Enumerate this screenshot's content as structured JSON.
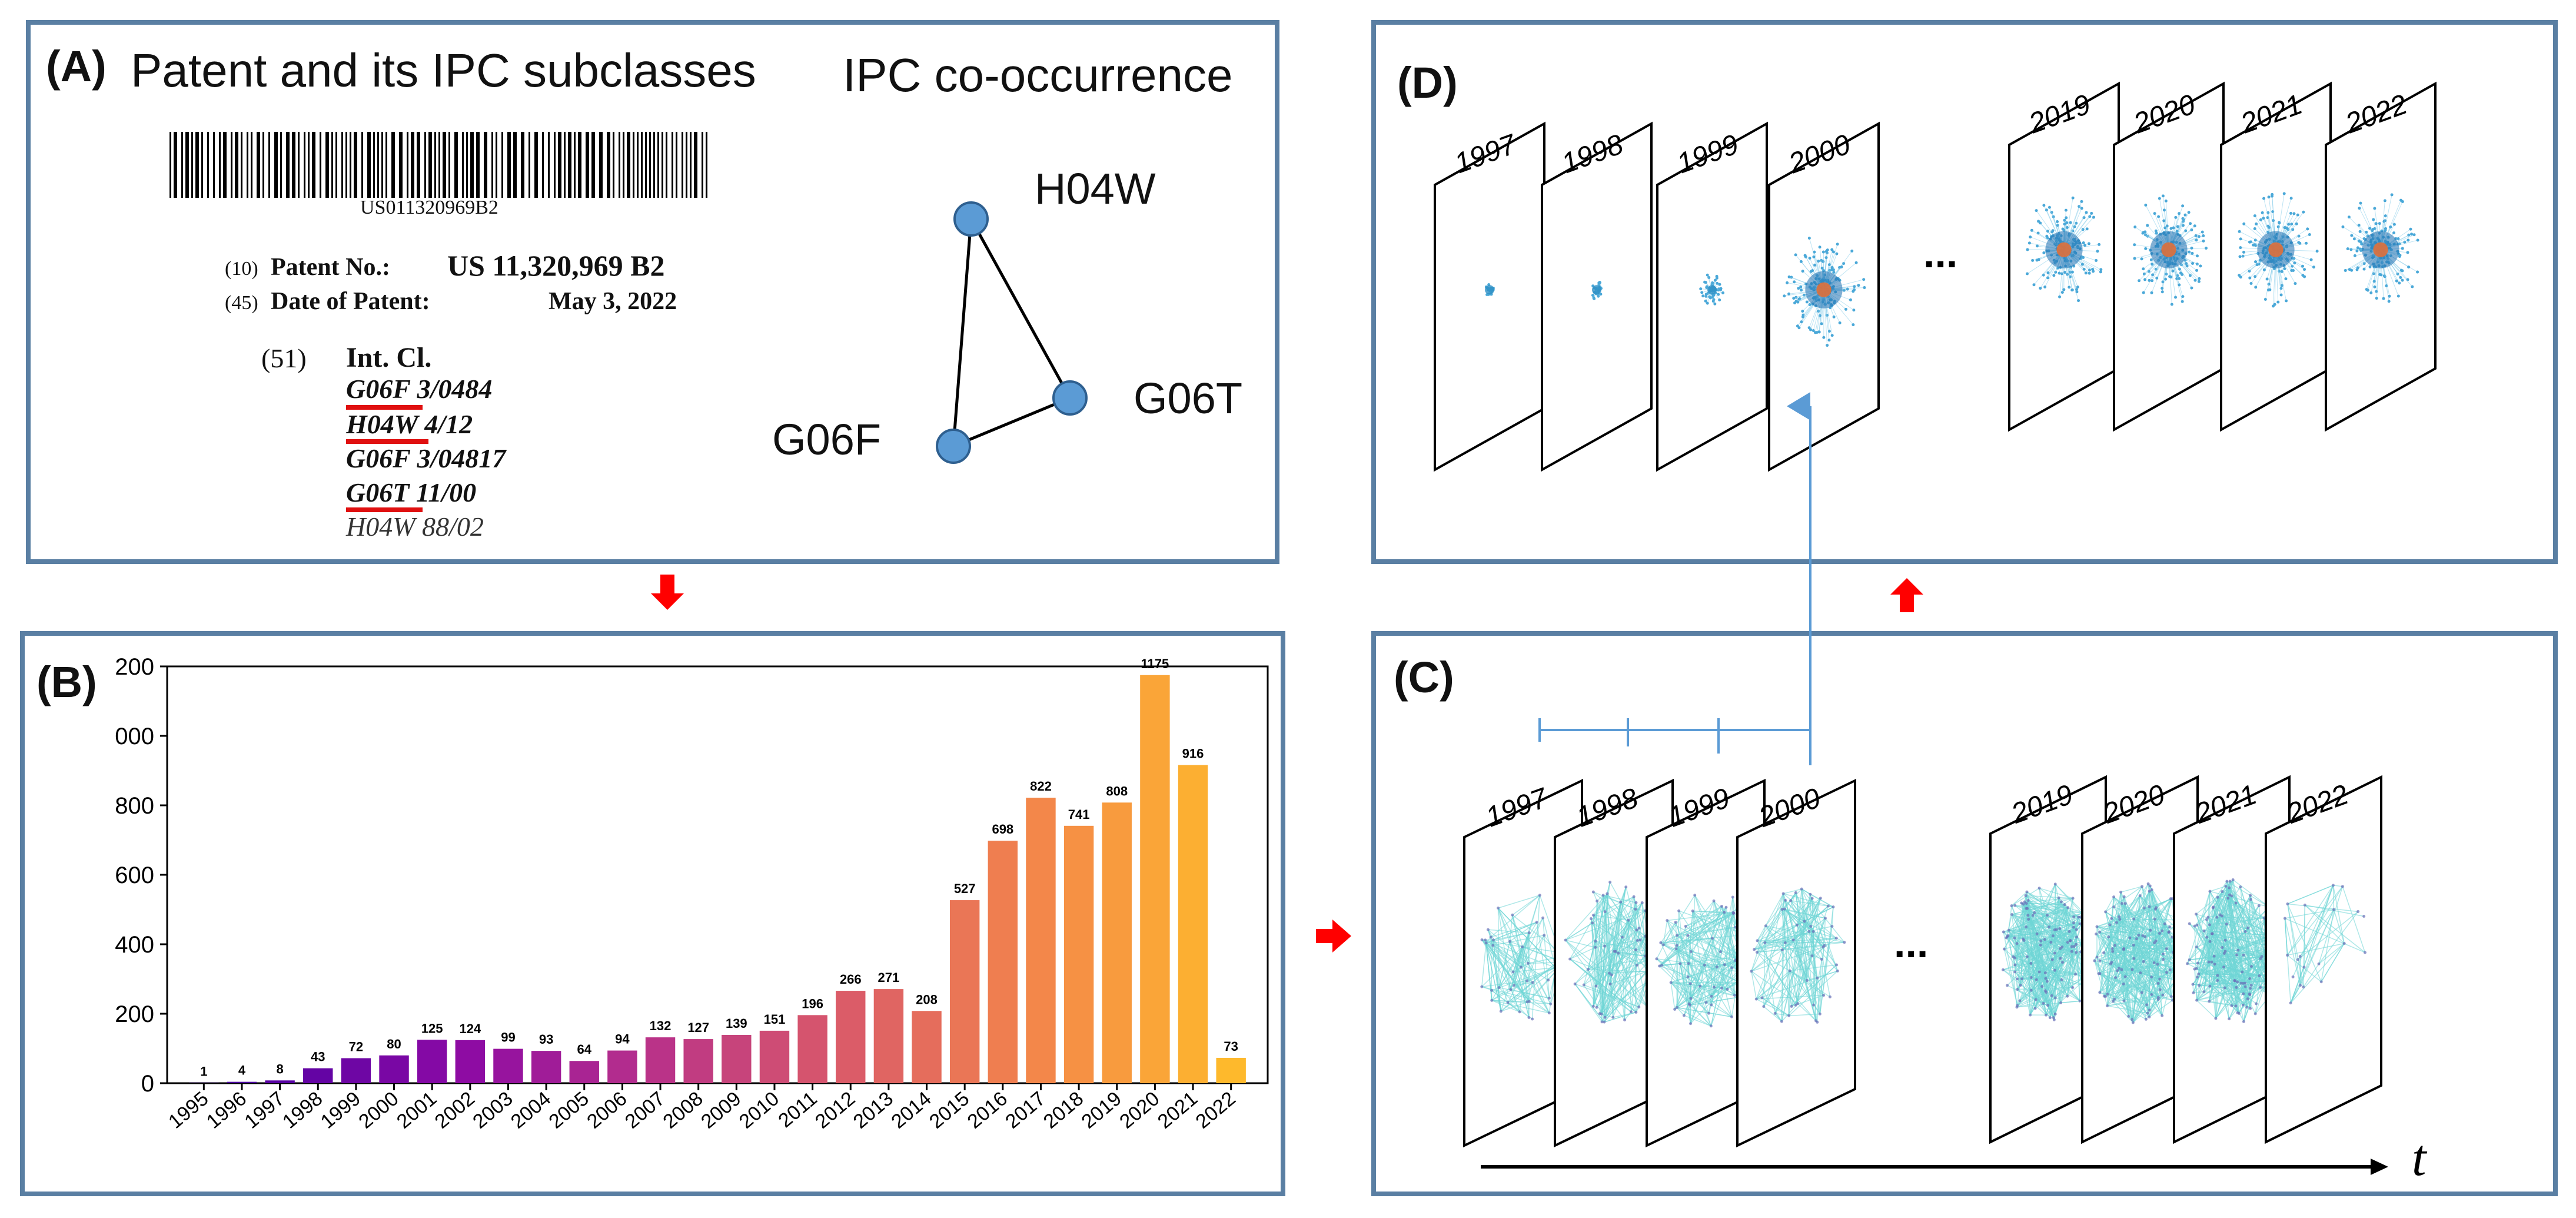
{
  "panel_a": {
    "label": "(A)",
    "title": "Patent and its IPC subclasses",
    "cooccurrence_title": "IPC co-occurrence",
    "barcode_text": "US011320969B2",
    "patent_no_num": "(10)",
    "patent_no_label": "Patent No.:",
    "patent_no_value": "US 11,320,969 B2",
    "date_num": "(45)",
    "date_label": "Date of Patent:",
    "date_value": "May 3, 2022",
    "int_cl_num": "(51)",
    "int_cl_label": "Int. Cl.",
    "ipc_codes": [
      {
        "code": "G06F",
        "group": "3/0484"
      },
      {
        "code": "H04W",
        "group": "4/12"
      },
      {
        "code": "G06F",
        "group": "3/04817"
      },
      {
        "code": "G06T",
        "group": "11/00"
      },
      {
        "code": "H04W",
        "group": "88/02"
      }
    ],
    "nodes": [
      "H04W",
      "G06T",
      "G06F"
    ],
    "underline_color": "#e01010",
    "node_color": "#5b9bd5"
  },
  "panel_b": {
    "label": "(B)"
  },
  "panel_c": {
    "label": "(C)",
    "years": [
      "1997",
      "1998",
      "1999",
      "2000",
      "2019",
      "2020",
      "2021",
      "2022"
    ],
    "ellipsis": "...",
    "axis_symbol": "t"
  },
  "panel_d": {
    "label": "(D)",
    "years": [
      "1997",
      "1998",
      "1999",
      "2000",
      "2019",
      "2020",
      "2021",
      "2022"
    ],
    "ellipsis": "..."
  },
  "colors": {
    "border": "#5a7fa3",
    "arrow": "#ff0000",
    "link": "#5b9bd5"
  },
  "chart_data": {
    "type": "bar",
    "categories": [
      "1995",
      "1996",
      "1997",
      "1998",
      "1999",
      "2000",
      "2001",
      "2002",
      "2003",
      "2004",
      "2005",
      "2006",
      "2007",
      "2008",
      "2009",
      "2010",
      "2011",
      "2012",
      "2013",
      "2014",
      "2015",
      "2016",
      "2017",
      "2018",
      "2019",
      "2020",
      "2021",
      "2022"
    ],
    "values": [
      1,
      4,
      8,
      43,
      72,
      80,
      125,
      124,
      99,
      93,
      64,
      94,
      132,
      127,
      139,
      151,
      196,
      266,
      271,
      208,
      527,
      698,
      822,
      741,
      808,
      1175,
      916,
      73
    ],
    "y_tick_labels": [
      "200",
      "000",
      "800",
      "600",
      "400",
      "200",
      "0"
    ],
    "ylim": [
      0,
      1200
    ],
    "title": "",
    "xlabel": "",
    "ylabel": "",
    "grid": false,
    "colormap": "plasma"
  }
}
